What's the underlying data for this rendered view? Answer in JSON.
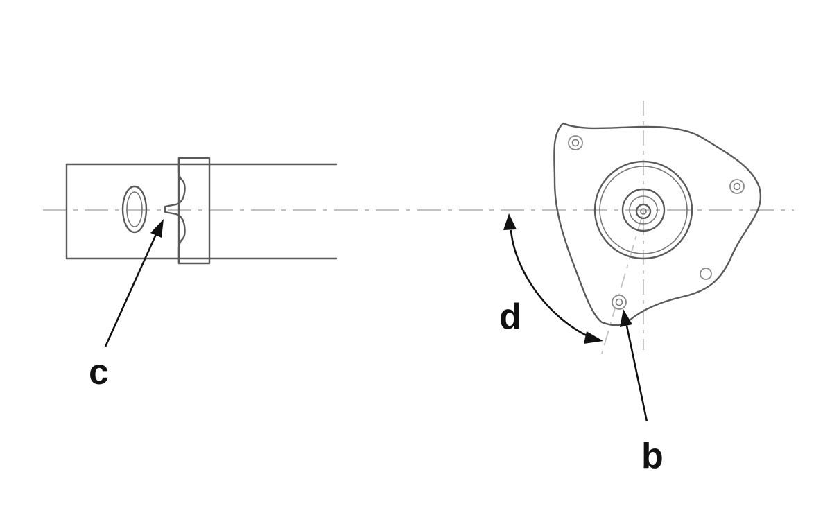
{
  "labels": {
    "c": "c",
    "b": "b",
    "d": "d"
  },
  "colors": {
    "outline": "#5a5a5a",
    "centerline": "#c2c2c2",
    "leader": "#111111"
  }
}
